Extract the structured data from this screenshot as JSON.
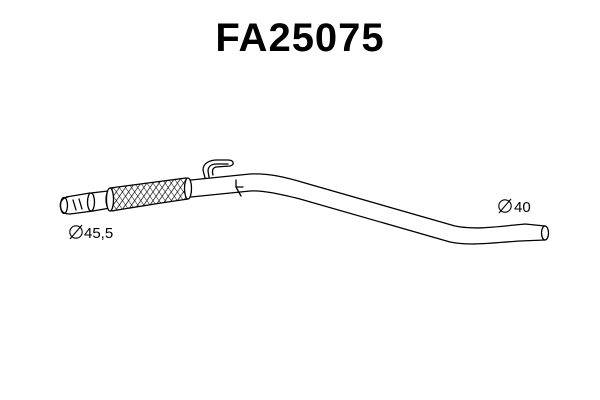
{
  "title": "FA25075",
  "dimensions": {
    "inlet": {
      "symbol": "⌀",
      "value": "45,5"
    },
    "outlet": {
      "symbol": "⌀",
      "value": "40"
    }
  },
  "colors": {
    "line": "#000000",
    "background": "#ffffff"
  }
}
